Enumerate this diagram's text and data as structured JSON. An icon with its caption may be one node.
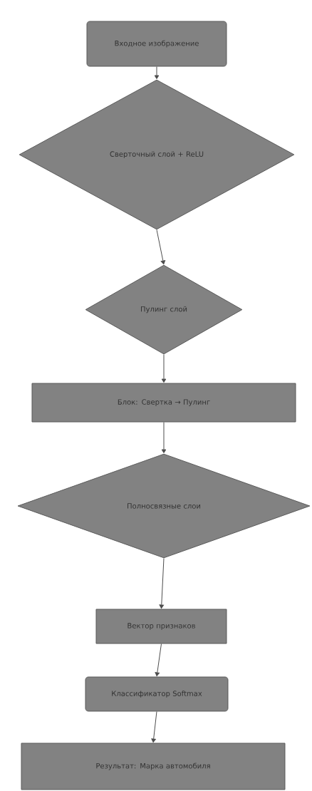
{
  "diagram": {
    "nodes": [
      {
        "text": [
          "Входное изображение"
        ]
      },
      {
        "text": [
          "Сверточный слой + ReLU"
        ]
      },
      {
        "text": [
          "Пулинг слой"
        ]
      },
      {
        "text": [
          "Блок: Свертка → Пулинг"
        ]
      },
      {
        "text": [
          "Полносвязные слои"
        ]
      },
      {
        "text": [
          "Вектор признаков"
        ]
      },
      {
        "text": [
          "Классификатор Softmax"
        ]
      },
      {
        "text": [
          "Результат: Марка автомобиля"
        ]
      }
    ],
    "edges": [
      {
        "from": 0,
        "to": 1,
        "arrow": "to"
      },
      {
        "from": 1,
        "to": 2,
        "arrow": "to"
      },
      {
        "from": 2,
        "to": 3,
        "arrow": "to"
      },
      {
        "from": 3,
        "to": 4,
        "arrow": "to"
      },
      {
        "from": 4,
        "to": 5,
        "arrow": "to"
      },
      {
        "from": 5,
        "to": 6,
        "arrow": "to"
      },
      {
        "from": 6,
        "to": 7,
        "arrow": "to"
      }
    ]
  }
}
